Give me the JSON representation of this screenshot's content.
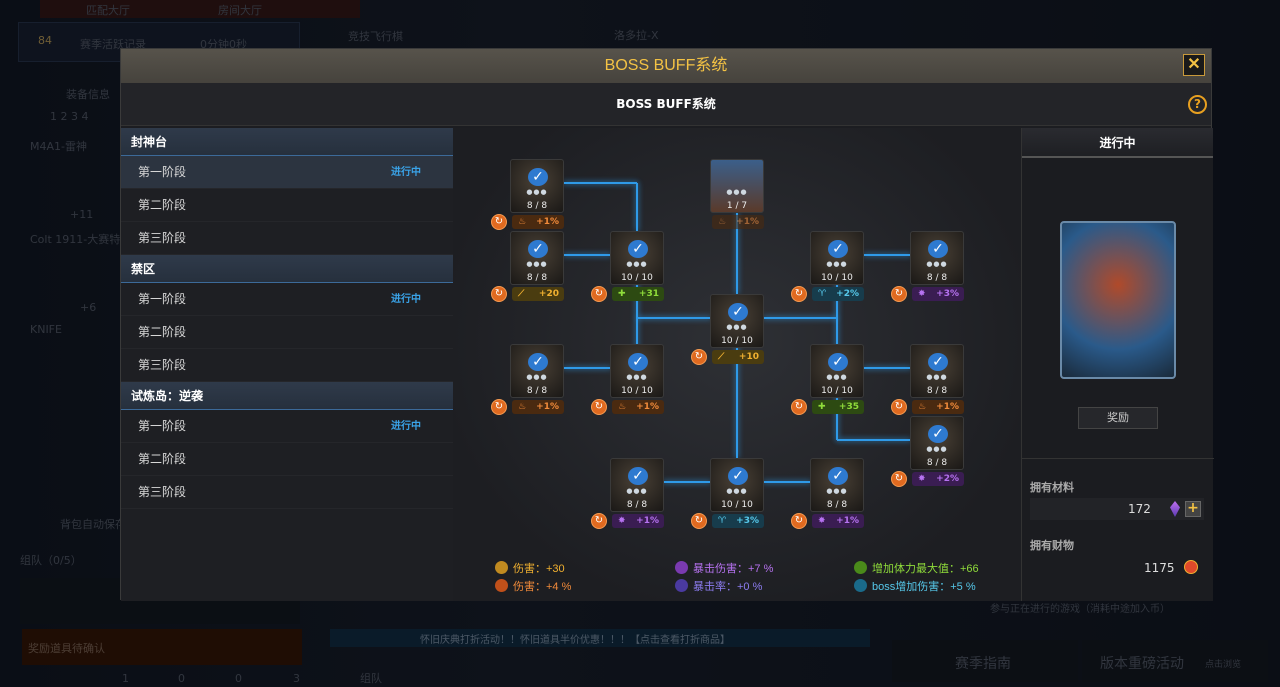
{
  "background": {
    "tabs": [
      "匹配大厅",
      "房间大厅"
    ],
    "level": "84",
    "season_record": "赛季活跃记录",
    "season_time": "0分钟0秒",
    "leaderboard": "竞技飞行棋",
    "player_name": "洛多拉-X",
    "equip_tab": "装备信息",
    "slots": [
      "1",
      "2",
      "3",
      "4"
    ],
    "weapons": [
      "M4A1-雷神",
      "Colt 1911-大赛特",
      "KNIFE"
    ],
    "weapon_stat": "+11",
    "weapon_stat2": "+6",
    "backpack_autosave": "背包自动保存",
    "team": "组队（0/5）",
    "reward_pending": "奖励道具待确认",
    "status_counts": [
      "1",
      "0",
      "0",
      "3"
    ],
    "ticker": "怀旧庆典打折活动！！怀旧道具半价优惠！！！【点击查看打折商品】",
    "team_btn": "组队",
    "hint": "参与正在进行的游戏（消耗中途加入币）",
    "season_guide": "赛季指南",
    "version_event": "版本重磅活动",
    "click_browse": "点击浏览"
  },
  "modal": {
    "title": "BOSS BUFF系统",
    "subtitle": "BOSS BUFF系统",
    "close": "✕",
    "help": "?",
    "sections": [
      {
        "name": "封神台",
        "items": [
          {
            "label": "第一阶段",
            "status": "进行中"
          },
          {
            "label": "第二阶段",
            "status": ""
          },
          {
            "label": "第三阶段",
            "status": ""
          }
        ]
      },
      {
        "name": "禁区",
        "items": [
          {
            "label": "第一阶段",
            "status": "进行中"
          },
          {
            "label": "第二阶段",
            "status": ""
          },
          {
            "label": "第三阶段",
            "status": ""
          }
        ]
      },
      {
        "name": "试炼岛：逆袭",
        "items": [
          {
            "label": "第一阶段",
            "status": "进行中"
          },
          {
            "label": "第二阶段",
            "status": ""
          },
          {
            "label": "第三阶段",
            "status": ""
          }
        ]
      }
    ],
    "nodes": [
      {
        "count": "8 / 8",
        "bonus": "+1%",
        "type": "orange",
        "icon": "fire-icon",
        "col": 0,
        "row": 0,
        "done": true
      },
      {
        "count": "1 / 7",
        "bonus": "+1%",
        "type": "orange",
        "icon": "fire-icon",
        "col": 2,
        "row": 0,
        "done": false
      },
      {
        "count": "8 / 8",
        "bonus": "+20",
        "type": "yellow",
        "icon": "sword-icon",
        "col": 0,
        "row": 1,
        "done": true
      },
      {
        "count": "10 / 10",
        "bonus": "+31",
        "type": "green",
        "icon": "health-plus-icon",
        "col": 1,
        "row": 1,
        "done": true
      },
      {
        "count": "10 / 10",
        "bonus": "+2%",
        "type": "cyan",
        "icon": "ram-icon",
        "col": 3,
        "row": 1,
        "done": true
      },
      {
        "count": "8 / 8",
        "bonus": "+3%",
        "type": "purple",
        "icon": "crit-star-icon",
        "col": 4,
        "row": 1,
        "done": true
      },
      {
        "count": "10 / 10",
        "bonus": "+10",
        "type": "yellow",
        "icon": "sword-icon",
        "col": 2,
        "row": 2,
        "done": true
      },
      {
        "count": "8 / 8",
        "bonus": "+1%",
        "type": "orange",
        "icon": "fire-icon",
        "col": 0,
        "row": 3,
        "done": true
      },
      {
        "count": "10 / 10",
        "bonus": "+1%",
        "type": "orange",
        "icon": "fire-icon",
        "col": 1,
        "row": 3,
        "done": true
      },
      {
        "count": "10 / 10",
        "bonus": "+35",
        "type": "green",
        "icon": "health-plus-icon",
        "col": 3,
        "row": 3,
        "done": true
      },
      {
        "count": "8 / 8",
        "bonus": "+1%",
        "type": "orange",
        "icon": "fire-icon",
        "col": 4,
        "row": 3,
        "done": true
      },
      {
        "count": "8 / 8",
        "bonus": "+2%",
        "type": "purple",
        "icon": "crit-star-icon",
        "col": 4,
        "row": 4,
        "done": true
      },
      {
        "count": "8 / 8",
        "bonus": "+1%",
        "type": "purple",
        "icon": "crit-star-icon",
        "col": 1,
        "row": 5,
        "done": true
      },
      {
        "count": "10 / 10",
        "bonus": "+3%",
        "type": "cyan",
        "icon": "ram-icon",
        "col": 2,
        "row": 5,
        "done": true
      },
      {
        "count": "8 / 8",
        "bonus": "+1%",
        "type": "purple",
        "icon": "crit-star-icon",
        "col": 3,
        "row": 5,
        "done": true
      }
    ],
    "summary": [
      {
        "label": "伤害：+30",
        "color": "#f0b030"
      },
      {
        "label": "暴击伤害：+7 %",
        "color": "#b672f0"
      },
      {
        "label": "增加体力最大值：+66",
        "color": "#8fdc3a"
      },
      {
        "label": "伤害：+4 %",
        "color": "#f08a3a"
      },
      {
        "label": "暴击率：+0 %",
        "color": "#8c7cf0"
      },
      {
        "label": "boss增加伤害：+5 %",
        "color": "#56c8ea"
      }
    ],
    "right": {
      "status": "进行中",
      "reward_btn": "奖励",
      "materials_label": "拥有材料",
      "materials": "172",
      "wealth_label": "拥有财物",
      "wealth": "1175"
    }
  }
}
